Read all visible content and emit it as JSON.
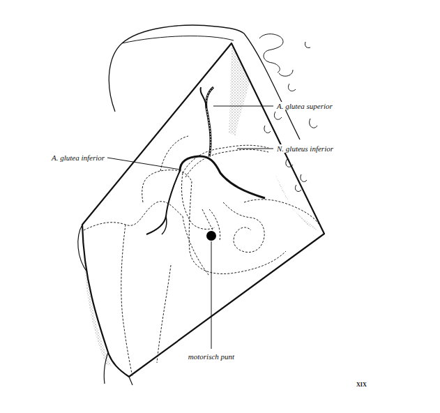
{
  "diagram": {
    "labels": [
      "A. glutea superior",
      "N. gluteus inferior",
      "A. glutea inferior",
      "motorisch punt",
      "XIX"
    ]
  }
}
